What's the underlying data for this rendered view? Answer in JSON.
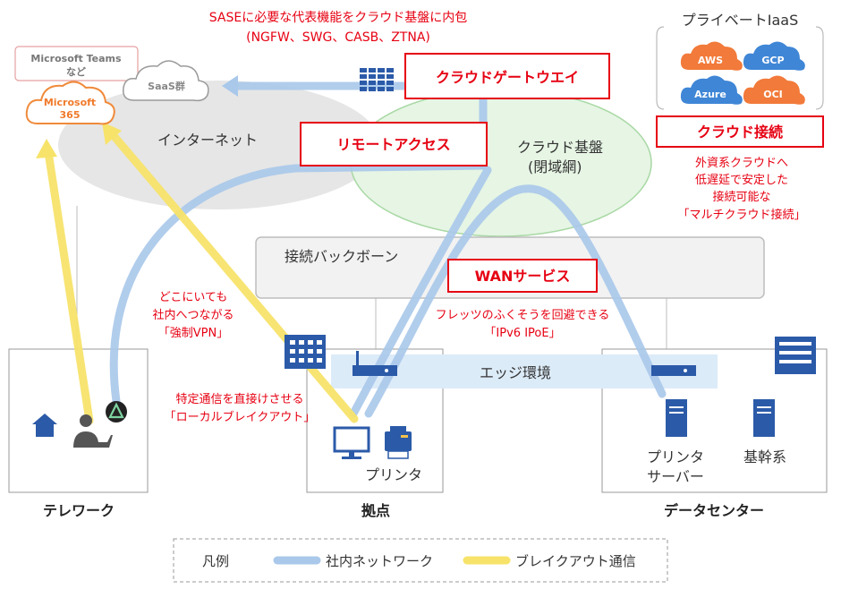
{
  "top_note": {
    "line1": "SASEに必要な代表機能をクラウド基盤に内包",
    "line2": "(NGFW、SWG、CASB、ZTNA)"
  },
  "saas": {
    "teams_line1": "Microsoft Teams",
    "teams_line2": "など",
    "m365_line1": "Microsoft",
    "m365_line2": "365",
    "saas_group": "SaaS群"
  },
  "internet": {
    "label": "インターネット"
  },
  "cloud_base": {
    "line1": "クラウド基盤",
    "line2": "(閉域網)"
  },
  "iaas": {
    "title": "プライベートIaaS",
    "providers": [
      "AWS",
      "GCP",
      "Azure",
      "OCI"
    ],
    "colors": {
      "AWS": "#f27a3a",
      "GCP": "#3f86d6",
      "Azure": "#3f86d6",
      "OCI": "#f27a3a"
    }
  },
  "services": {
    "cloud_gateway": "クラウドゲートウエイ",
    "remote_access": "リモートアクセス",
    "cloud_connect": "クラウド接続",
    "wan_service": "WANサービス"
  },
  "cloud_connect_note": {
    "line1": "外資系クラウドへ",
    "line2": "低遅延で安定した",
    "line3": "接続可能な",
    "line4": "「マルチクラウド接続」"
  },
  "backbone": {
    "label": "接続バックボーン"
  },
  "wan_note": {
    "line1": "フレッツのふくそうを回避できる",
    "line2": "「IPv6 IPoE」"
  },
  "vpn_note": {
    "line1": "どこにいても",
    "line2": "社内へつながる",
    "line3": "「強制VPN」"
  },
  "breakout_note": {
    "line1": "特定通信を直接けさせる",
    "line2": "「ローカルブレイクアウト」"
  },
  "edge": {
    "label": "エッジ環境"
  },
  "sites": {
    "telework": "テレワーク",
    "branch": "拠点",
    "datacenter": "データセンター",
    "branch_printer": "プリンタ",
    "dc_printer_line1": "プリンタ",
    "dc_printer_line2": "サーバー",
    "dc_core": "基幹系"
  },
  "legend": {
    "title": "凡例",
    "internal": "社内ネットワーク",
    "breakout": "ブレイクアウト通信"
  },
  "colors": {
    "accent_red": "#e60012",
    "icon_blue": "#2b5aa8",
    "internal_line": "#a9c8ea",
    "breakout_line": "#f7e36a",
    "cloud_green_fill": "#e6f5e4",
    "cloud_green_stroke": "#9ed29a",
    "internet_gray": "#e4e4e4"
  }
}
